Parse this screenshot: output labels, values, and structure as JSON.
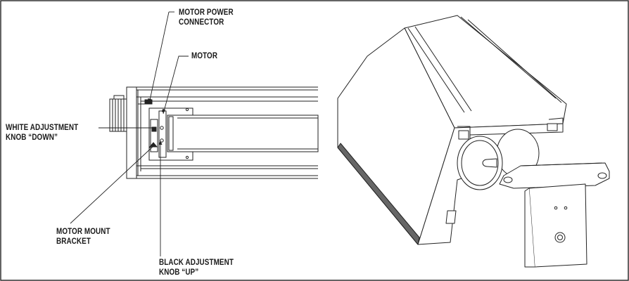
{
  "callouts": {
    "motor_power_connector": [
      "MOTOR POWER",
      "CONNECTOR"
    ],
    "motor": [
      "MOTOR"
    ],
    "white_adjustment_knob": [
      "WHITE ADJUSTMENT",
      "KNOB “DOWN”"
    ],
    "motor_mount_bracket": [
      "MOTOR MOUNT",
      "BRACKET"
    ],
    "black_adjustment_knob": [
      "BLACK ADJUSTMENT",
      "KNOB “UP”"
    ]
  }
}
